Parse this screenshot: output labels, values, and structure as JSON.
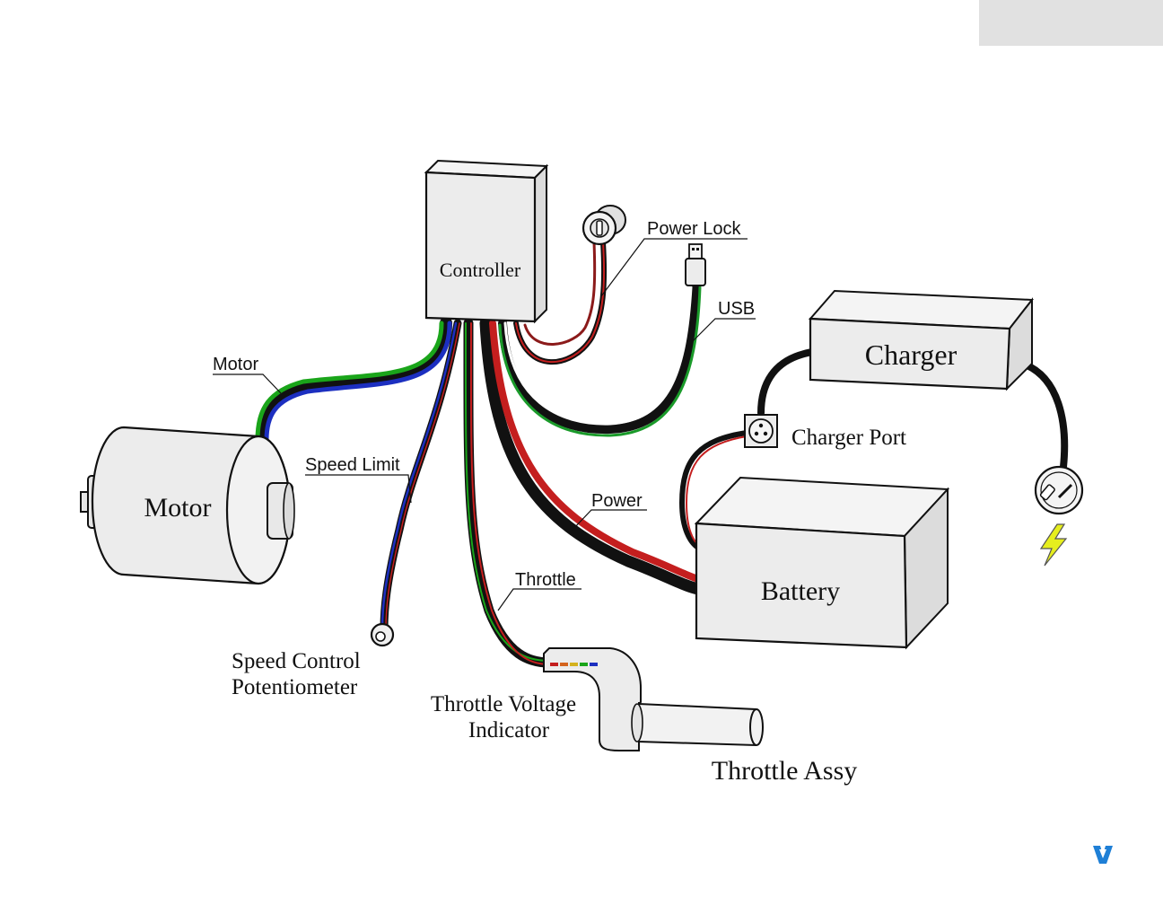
{
  "components": {
    "controller": "Controller",
    "charger": "Charger",
    "motor": "Motor",
    "battery": "Battery",
    "charger_port": "Charger Port",
    "speed_control_line1": "Speed Control",
    "speed_control_line2": "Potentiometer",
    "throttle_indicator_line1": "Throttle Voltage",
    "throttle_indicator_line2": "Indicator",
    "throttle_assy": "Throttle Assy"
  },
  "callouts": {
    "power_lock": "Power Lock",
    "usb": "USB",
    "motor_wire": "Motor",
    "speed_limit": "Speed Limit",
    "power": "Power",
    "throttle": "Throttle"
  },
  "colors": {
    "motor_green": "#1aa51a",
    "motor_blue": "#1c2fc0",
    "red": "#c41e1e",
    "dark_red": "#8b1a1a",
    "black": "#111111",
    "usb_green": "#1a9a2a",
    "bolt_yellow": "#e6ee1e",
    "logo_blue": "#1e7fd6",
    "box_fill": "#ececec"
  },
  "icons": [
    "power-lock-icon",
    "usb-plug-icon",
    "charger-port-icon",
    "wall-plug-icon",
    "lightning-bolt-icon",
    "brand-logo-icon"
  ]
}
